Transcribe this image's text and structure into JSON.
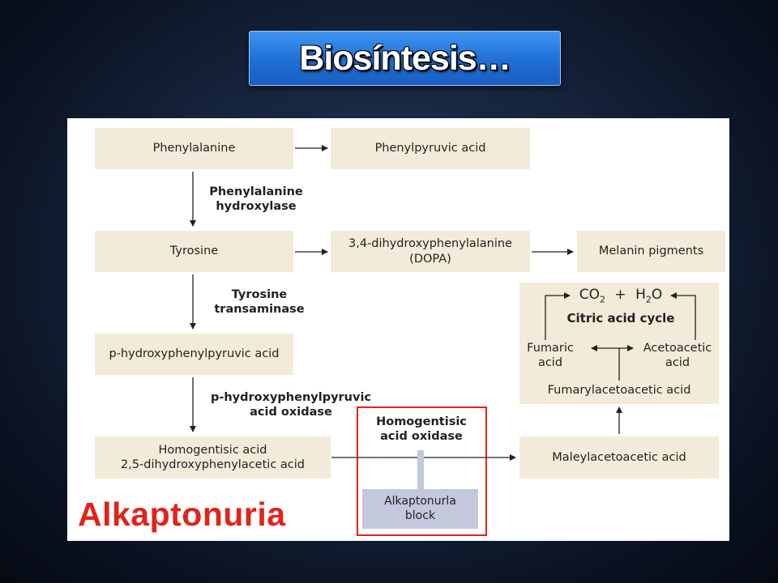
{
  "slide": {
    "title": "Biosíntesis…"
  },
  "diagram": {
    "nodes": {
      "phenylalanine": "Phenylalanine",
      "phenylpyruvic": "Phenylpyruvic acid",
      "tyrosine": "Tyrosine",
      "dopa_line1": "3,4-dihydroxyphenylalanine",
      "dopa_line2": "(DOPA)",
      "melanin": "Melanin pigments",
      "phpp": "p-hydroxyphenylpyruvic acid",
      "homogentisic_line1": "Homogentisic acid",
      "homogentisic_line2": "2,5-dihydroxyphenylacetic acid",
      "maleylacetoacetic": "Maleylacetoacetic acid",
      "fumarylacetoacetic": "Fumarylacetoacetic acid",
      "fumaric_line1": "Fumaric",
      "fumaric_line2": "acid",
      "acetoacetic_line1": "Acetoacetic",
      "acetoacetic_line2": "acid",
      "citric_cycle": "Citric acid cycle",
      "co2_base": "CO",
      "co2_sub": "2",
      "plus": "+",
      "h2o_h": "H",
      "h2o_sub": "2",
      "h2o_o": "O"
    },
    "enzymes": {
      "pah_line1": "Phenylalanine",
      "pah_line2": "hydroxylase",
      "tat_line1": "Tyrosine",
      "tat_line2": "transaminase",
      "hppd_line1": "p-hydroxyphenylpyruvic",
      "hppd_line2": "acid oxidase",
      "hgd_line1": "Homogentisic",
      "hgd_line2": "acid oxidase"
    },
    "block": {
      "line1": "Alkaptonurla",
      "line2": "block"
    },
    "disease_label": "Alkaptonuria",
    "colors": {
      "box_fill": "#f3ebd9",
      "block_fill": "#c3c8dc",
      "highlight": "#e2231a",
      "arrow": "#231f20",
      "banner": "#2a7fe6"
    }
  }
}
